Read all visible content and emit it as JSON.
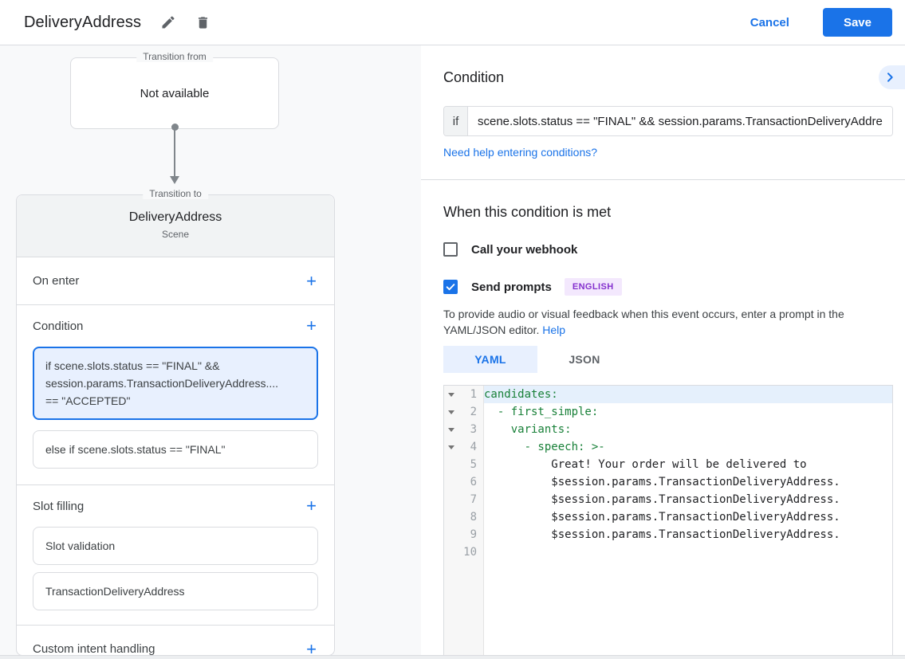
{
  "icons": {
    "add": "+"
  },
  "colors": {
    "accent_blue": "#1a73e8",
    "selection_bg": "#e8f0fe",
    "selection_border": "#1a73e8",
    "badge_text_purple": "#8430ce",
    "badge_bg_purple": "#f3e8fd",
    "code_key_green": "#188038",
    "canvas_bg": "#f8f9fa"
  },
  "header": {
    "title": "DeliveryAddress",
    "cancel": "Cancel",
    "save": "Save"
  },
  "canvas": {
    "transition_from": {
      "legend": "Transition from",
      "value": "Not available"
    },
    "transition_to": {
      "legend": "Transition to",
      "title": "DeliveryAddress",
      "subtitle": "Scene"
    },
    "on_enter_label": "On enter",
    "condition_label": "Condition",
    "condition_active_line1": "if scene.slots.status == \"FINAL\" &&",
    "condition_active_line2": "session.params.TransactionDeliveryAddress....",
    "condition_active_line3": "== \"ACCEPTED\"",
    "condition_else": "else if scene.slots.status == \"FINAL\"",
    "slot_filling_label": "Slot filling",
    "slot_items": [
      "Slot validation",
      "TransactionDeliveryAddress"
    ],
    "custom_intent_label": "Custom intent handling"
  },
  "panel": {
    "condition_heading": "Condition",
    "if_label": "if",
    "if_value": "scene.slots.status == \"FINAL\" && session.params.TransactionDeliveryAddress",
    "conditions_help_link": "Need help entering conditions?",
    "when_met_heading": "When this condition is met",
    "webhook_label": "Call your webhook",
    "webhook_checked": false,
    "send_prompts_label": "Send prompts",
    "send_prompts_checked": true,
    "language_badge": "ENGLISH",
    "prompt_help_text": "To provide audio or visual feedback when this event occurs, enter a prompt in the YAML/JSON editor.",
    "prompt_help_link": "Help",
    "tab_yaml": "YAML",
    "tab_json": "JSON",
    "editor": {
      "lines": [
        {
          "n": "1",
          "text": "candidates:"
        },
        {
          "n": "2",
          "text": "  - first_simple:"
        },
        {
          "n": "3",
          "text": "    variants:"
        },
        {
          "n": "4",
          "text": "      - speech: >-"
        },
        {
          "n": "5",
          "text": "          Great! Your order will be delivered to"
        },
        {
          "n": "6",
          "text": "          $session.params.TransactionDeliveryAddress."
        },
        {
          "n": "7",
          "text": "          $session.params.TransactionDeliveryAddress."
        },
        {
          "n": "8",
          "text": "          $session.params.TransactionDeliveryAddress."
        },
        {
          "n": "9",
          "text": "          $session.params.TransactionDeliveryAddress."
        },
        {
          "n": "10",
          "text": ""
        }
      ]
    }
  }
}
